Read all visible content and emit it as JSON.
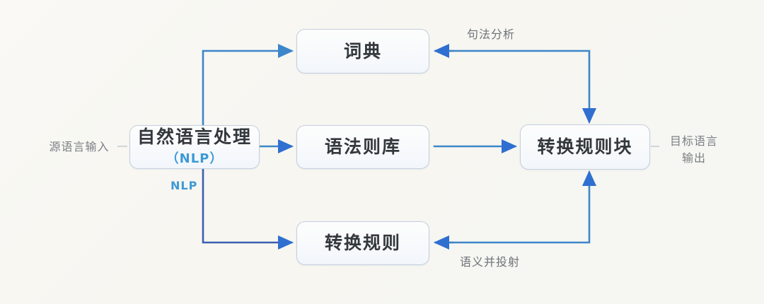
{
  "diagram": {
    "title": "NLP Machine Translation Pipeline",
    "background_color": "#f8f7f3",
    "accent_blue": "#2f6fd0",
    "light_blue": "#3c9ad6",
    "node_border": "#c3cfdd",
    "text_color": "#33383d"
  },
  "nodes": {
    "nlp": {
      "title": "自然语言处理",
      "sub": "（NLP）"
    },
    "dictionary": {
      "title": "词典"
    },
    "grammar": {
      "title": "语法则库"
    },
    "transfer_rules": {
      "title": "转换规则"
    },
    "transfer_block": {
      "title": "转换规则块"
    }
  },
  "labels": {
    "source_input": "源语言输入",
    "target_output_line1": "目标语言",
    "target_output_line2": "输出",
    "syntax_analysis": "句法分析",
    "semantic_projection": "语义并投射",
    "nlp_wire": "NLP"
  },
  "edges": [
    {
      "name": "nlp-to-dictionary",
      "from": "nlp",
      "to": "dictionary",
      "label": ""
    },
    {
      "name": "nlp-to-grammar",
      "from": "nlp",
      "to": "grammar",
      "label": ""
    },
    {
      "name": "nlp-to-transfer-rules",
      "from": "nlp",
      "to": "transfer_rules",
      "label": "NLP"
    },
    {
      "name": "grammar-to-transfer-block",
      "from": "grammar",
      "to": "transfer_block",
      "label": ""
    },
    {
      "name": "transfer-block-to-dictionary",
      "from": "transfer_block",
      "to": "dictionary",
      "label": "句法分析"
    },
    {
      "name": "dictionary-to-transfer-block",
      "from": "dictionary",
      "to": "transfer_block",
      "label": "句法分析"
    },
    {
      "name": "transfer-rules-to-transfer-block",
      "from": "transfer_rules",
      "to": "transfer_block",
      "label": "语义并投射"
    },
    {
      "name": "transfer-block-to-transfer-rules",
      "from": "transfer_block",
      "to": "transfer_rules",
      "label": "语义并投射"
    }
  ]
}
